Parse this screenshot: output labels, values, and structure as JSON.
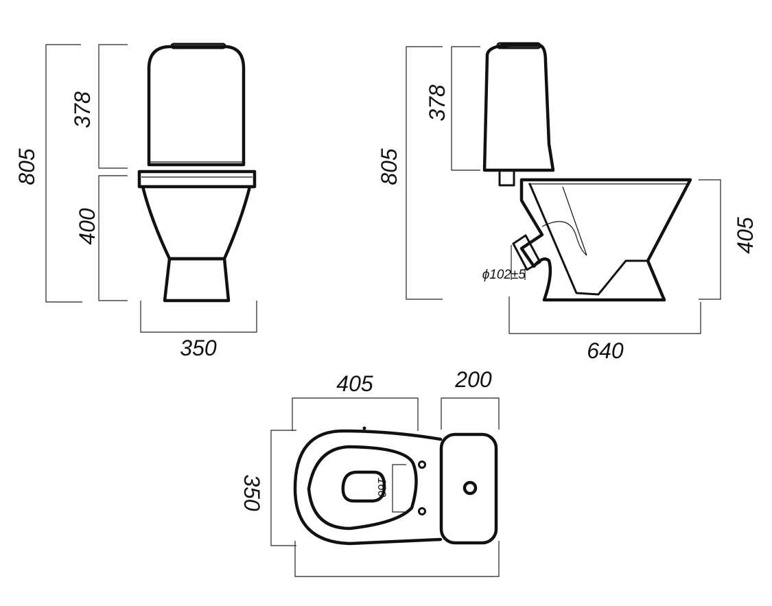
{
  "front_view": {
    "total_height": "805",
    "tank_height": "378",
    "bowl_height": "400",
    "width": "350"
  },
  "side_view": {
    "total_height": "805",
    "tank_height": "378",
    "bowl_height": "405",
    "depth": "640",
    "outlet_diameter": "ϕ102±5"
  },
  "top_view": {
    "bowl_length": "405",
    "tank_depth": "200",
    "width": "350",
    "hole_spacing": "160"
  },
  "colors": {
    "line": "#111111",
    "background": "#ffffff"
  }
}
